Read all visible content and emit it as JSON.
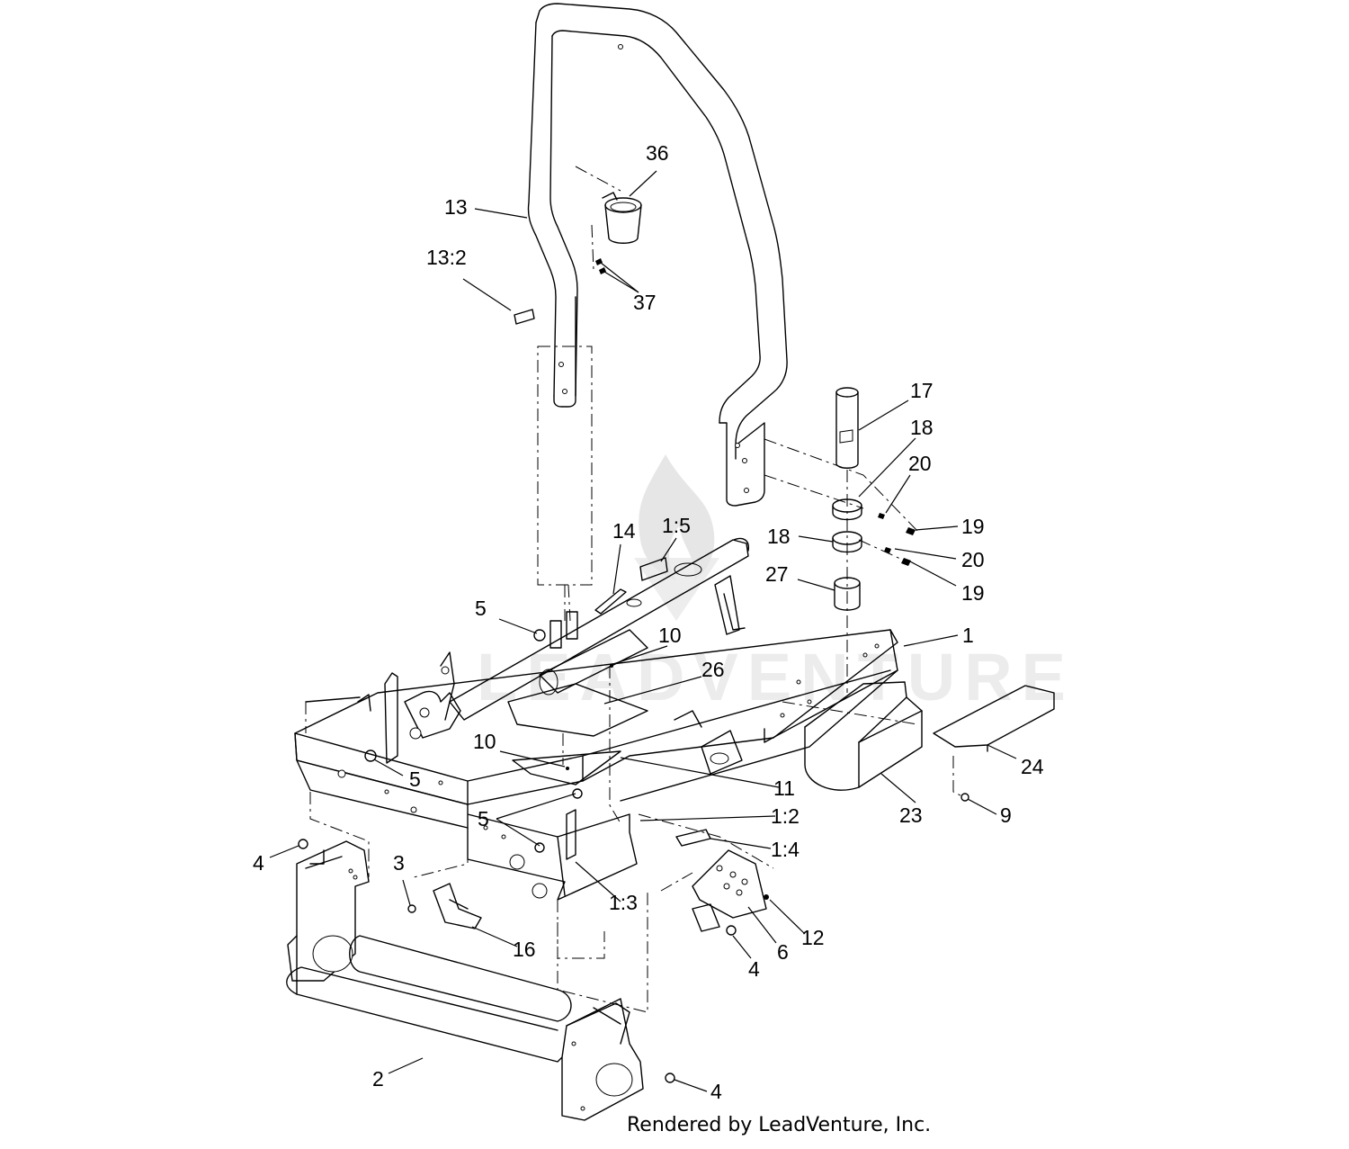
{
  "watermark": {
    "text": "LEADVENTURE"
  },
  "footer": {
    "text": "Rendered by LeadVenture, Inc."
  },
  "callouts": [
    {
      "id": "c36",
      "label": "36"
    },
    {
      "id": "c13",
      "label": "13"
    },
    {
      "id": "c13-2",
      "label": "13:2"
    },
    {
      "id": "c37",
      "label": "37"
    },
    {
      "id": "c17",
      "label": "17"
    },
    {
      "id": "c18a",
      "label": "18"
    },
    {
      "id": "c20a",
      "label": "20"
    },
    {
      "id": "c19a",
      "label": "19"
    },
    {
      "id": "c18b",
      "label": "18"
    },
    {
      "id": "c20b",
      "label": "20"
    },
    {
      "id": "c19b",
      "label": "19"
    },
    {
      "id": "c27",
      "label": "27"
    },
    {
      "id": "c14",
      "label": "14"
    },
    {
      "id": "c1-5",
      "label": "1:5"
    },
    {
      "id": "c5a",
      "label": "5"
    },
    {
      "id": "c10a",
      "label": "10"
    },
    {
      "id": "c26",
      "label": "26"
    },
    {
      "id": "c1",
      "label": "1"
    },
    {
      "id": "c10b",
      "label": "10"
    },
    {
      "id": "c11",
      "label": "11"
    },
    {
      "id": "c5b",
      "label": "5"
    },
    {
      "id": "c5c",
      "label": "5"
    },
    {
      "id": "c1-2",
      "label": "1:2"
    },
    {
      "id": "c1-4",
      "label": "1:4"
    },
    {
      "id": "c23",
      "label": "23"
    },
    {
      "id": "c24",
      "label": "24"
    },
    {
      "id": "c9",
      "label": "9"
    },
    {
      "id": "c4a",
      "label": "4"
    },
    {
      "id": "c3",
      "label": "3"
    },
    {
      "id": "c1-3",
      "label": "1:3"
    },
    {
      "id": "c16",
      "label": "16"
    },
    {
      "id": "c12",
      "label": "12"
    },
    {
      "id": "c6",
      "label": "6"
    },
    {
      "id": "c4b",
      "label": "4"
    },
    {
      "id": "c2",
      "label": "2"
    },
    {
      "id": "c4c",
      "label": "4"
    }
  ]
}
